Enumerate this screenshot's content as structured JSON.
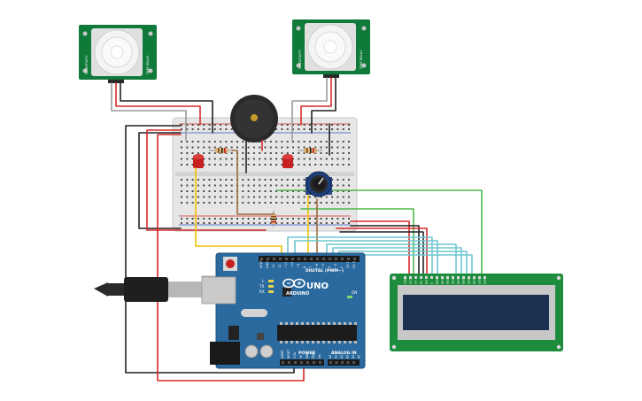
{
  "pir_left": {
    "label_left": "SENSITIVITY",
    "label_right": "TIME DELAY"
  },
  "pir_right": {
    "label_left": "SENSITIVITY",
    "label_right": "TIME DELAY"
  },
  "arduino": {
    "brand": "ARDUINO",
    "model": "UNO",
    "digital_label": "DIGITAL (PWM~)",
    "power_label": "POWER",
    "analog_label": "ANALOG IN",
    "tx_label": "TX",
    "rx_label": "RX",
    "l_label": "L",
    "on_label": "ON",
    "digital_pins": [
      "AREF",
      "GND",
      "13",
      "12",
      "~11",
      "~10",
      "~9",
      "8",
      "7",
      "~6",
      "~5",
      "4",
      "~3",
      "2",
      "TX 1",
      "RX 0"
    ],
    "power_pins": [
      "IOREF",
      "RESET",
      "3.3V",
      "5V",
      "GND",
      "GND",
      "Vin"
    ],
    "analog_pins": [
      "A0",
      "A1",
      "A2",
      "A3",
      "A4",
      "A5"
    ]
  },
  "lcd": {
    "pins": [
      "GND",
      "VCC",
      "V0",
      "RS",
      "RW",
      "E",
      "DB0",
      "DB1",
      "DB2",
      "DB3",
      "DB4",
      "DB5",
      "DB6",
      "DB7",
      "LED",
      "LED"
    ]
  },
  "colors": {
    "breadboard": "#e6e6e6",
    "arduino": "#2b6a9f",
    "pir_board": "#0f7a3a",
    "lcd_board": "#1e8c3d",
    "lcd_screen": "#1d3050",
    "wire_red": "#d62a2a",
    "wire_black": "#222222",
    "wire_gray": "#9a9a9a",
    "wire_yellow": "#f2c100",
    "wire_green": "#4fb84f",
    "wire_cyan": "#6fc6d0",
    "wire_brown": "#9a6a3a",
    "led": "#c62020",
    "buzzer": "#2a2a2a"
  }
}
